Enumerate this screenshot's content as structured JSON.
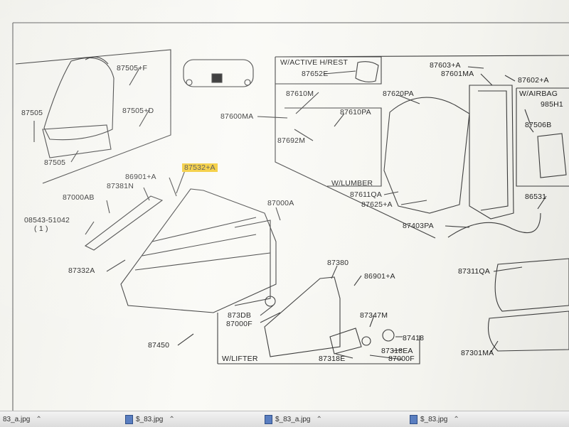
{
  "colors": {
    "paper": "#f6f6f1",
    "ink": "#2a2a2a",
    "highlight": "#f2c41a",
    "taskbar": "#dcdcdc"
  },
  "panels": {
    "active_headrest": "W/ACTIVE H/REST",
    "lumber": "W/LUMBER",
    "airbag": "W/AIRBAG",
    "lifter": "W/LIFTER"
  },
  "parts": {
    "p87505_f": "87505+F",
    "p87505": "87505",
    "p87505_d": "87505+D",
    "p87505_b": "87505",
    "p87600ma": "87600MA",
    "p87652e": "87652E",
    "p87610m": "87610M",
    "p87610pa": "87610PA",
    "p87692m": "87692M",
    "p87620pa": "87620PA",
    "p87603_a": "87603+A",
    "p87601ma": "87601MA",
    "p87602_a": "87602+A",
    "p985h1": "985H1",
    "p87506b": "87506B",
    "p87611qa": "87611QA",
    "p87625_a": "87625+A",
    "p86531": "86531",
    "p87403pa": "87403PA",
    "p86901_a": "86901+A",
    "p87532_a": "87532+A",
    "p87381n": "87381N",
    "p87000ab": "87000AB",
    "p87000a": "87000A",
    "p08543": "08543-51042",
    "p08543_qty": "( 1 )",
    "p87332a": "87332A",
    "p87380": "87380",
    "p86901_a2": "86901+A",
    "p87311qa": "87311QA",
    "p873db": "873DB",
    "p87000f": "87000F",
    "p87347m": "87347M",
    "p87418": "87418",
    "p87450": "87450",
    "p87318ea": "87318EA",
    "p87318e": "87318E",
    "p87000f2": "87000F",
    "p87301ma": "87301MA"
  },
  "taskbar": {
    "tabs": [
      "83_a.jpg",
      "$_83.jpg",
      "$_83_a.jpg",
      "$_83.jpg"
    ]
  }
}
